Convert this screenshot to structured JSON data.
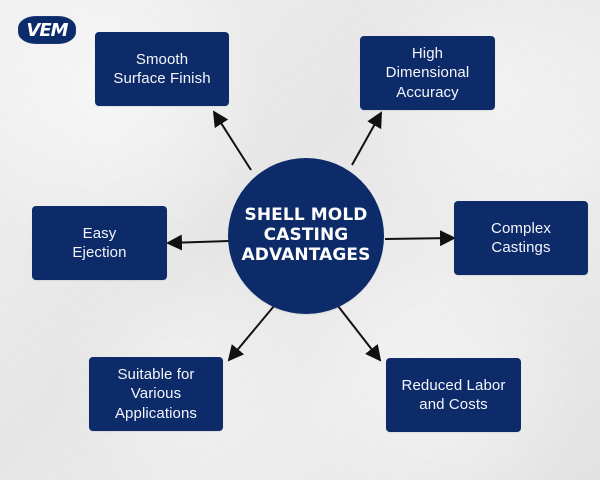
{
  "logo": {
    "text": "VEM"
  },
  "diagram": {
    "center": {
      "label": "SHELL MOLD\nCASTING\nADVANTAGES"
    },
    "nodes": [
      {
        "id": "top_left",
        "label": "Smooth\nSurface Finish"
      },
      {
        "id": "top_right",
        "label": "High\nDimensional\nAccuracy"
      },
      {
        "id": "mid_left",
        "label": "Easy\nEjection"
      },
      {
        "id": "mid_right",
        "label": "Complex\nCastings"
      },
      {
        "id": "bottom_left",
        "label": "Suitable for\nVarious\nApplications"
      },
      {
        "id": "bottom_right",
        "label": "Reduced Labor\nand Costs"
      }
    ]
  },
  "colors": {
    "primary": "#0d2a69",
    "background": "#e9e9e9",
    "text_light": "#ffffff",
    "arrow": "#111111"
  },
  "icons": {
    "logo": "brand-logo"
  }
}
